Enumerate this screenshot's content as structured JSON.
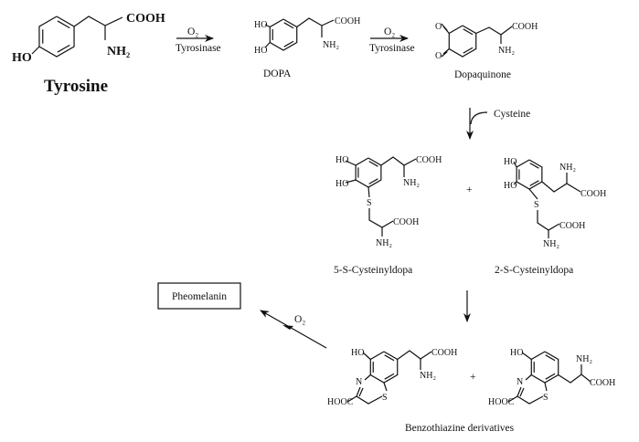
{
  "compounds": {
    "tyrosine": "Tyrosine",
    "dopa": "DOPA",
    "dopaquinone": "Dopaquinone",
    "cys5": "5-S-Cysteinyldopa",
    "cys2": "2-S-Cysteinyldopa",
    "benzothiazine": "Benzothiazine derivatives",
    "pheomelanin": "Pheomelanin"
  },
  "reagents": {
    "o2": "O₂",
    "tyrosinase": "Tyrosinase",
    "cysteine": "Cysteine",
    "plus": "+"
  },
  "atoms": {
    "cooh": "COOH",
    "hooc": "HOOC",
    "nh2": "NH₂",
    "ho": "HO",
    "o": "O",
    "s": "S",
    "n": "N"
  }
}
